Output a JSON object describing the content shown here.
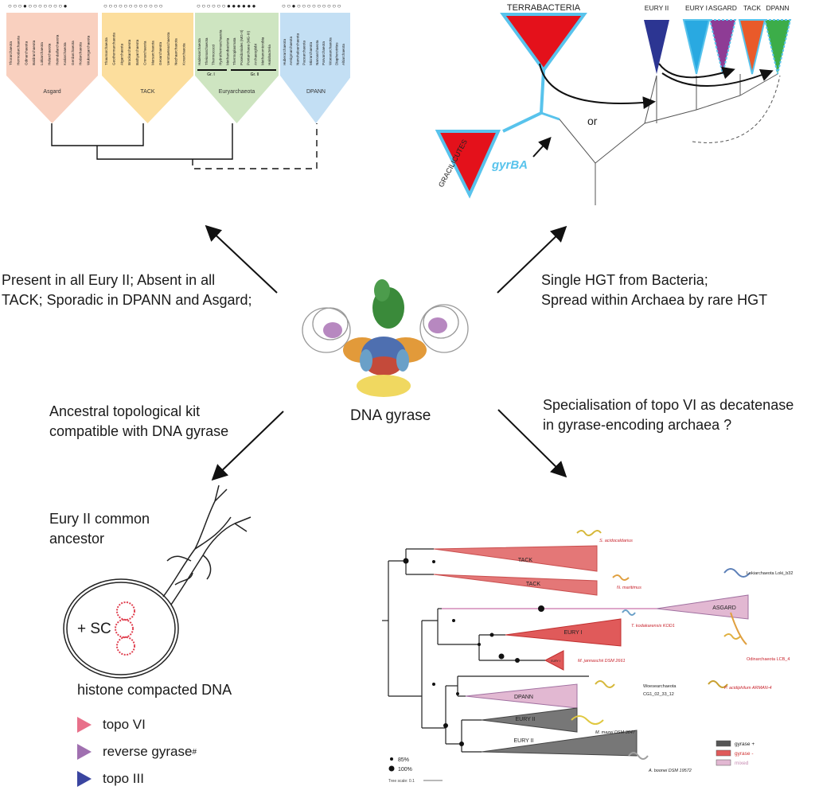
{
  "panel_top_left": {
    "clades": [
      {
        "name": "Asgard",
        "color": "#f8c8b4",
        "dots": "○○○●○○○○○○○●",
        "taxa": [
          "Thorarchaeota",
          "Hermodarchaeota",
          "Odinarchaeota",
          "Baldrarchaeota",
          "Lokiarchaeota",
          "Helarchaeota",
          "Heimdallarchaeota",
          "Kariarchaeota",
          "Gerdarchaeota",
          "Hodarchaeota",
          "Wukongarchaeota"
        ]
      },
      {
        "name": "TACK",
        "color": "#fbd88c",
        "dots": "○○○○○○○○○○○○",
        "taxa": [
          "Thaumarchaeota",
          "Geothermarchaeota",
          "Aigarchaeota",
          "Brockarchaeota",
          "Bathyarchaeota",
          "Crenarchaeota",
          "Marsarchaeota",
          "Geoarchaeota",
          "Verstraetearchaeota",
          "Nezhaarchaeota",
          "Korarchaeota"
        ]
      },
      {
        "name": "Euryarchaeota",
        "color": "#c5e1b6",
        "dots": "○○○○○○●●●●●●",
        "taxa": [
          "Hadesarchaeota",
          "Theionarchaeota",
          "Thermococci",
          "Hydrothermarchaeota",
          "Methanobacteria",
          "Thermoplasmata",
          "Poseidoniales (MG-II)",
          "Pontarchaea (MG-III)",
          "Archaeoglobi",
          "Methanomicrobia",
          "Halobacteria"
        ],
        "group_labels": [
          "Gr. I",
          "Gr. II"
        ]
      },
      {
        "name": "DPANN",
        "color": "#b9d9f2",
        "dots": "○○●○○○○○○○○○",
        "taxa": [
          "Huberarchaeota",
          "Aenigmarchaeota",
          "Nanohaloarchaeota",
          "Pacearchaeota",
          "Micrarchaeota",
          "Nanoarchaeota",
          "Parvarchaeota",
          "Woesearchaeota",
          "Diapherotrites",
          "Altiarchaeota"
        ]
      }
    ]
  },
  "panel_top_right": {
    "source_top": "TERRABACTERIA",
    "source_left": "GRACILICUTES",
    "gene": "gyrBA",
    "or_label": "or",
    "targets": [
      {
        "name": "EURY II",
        "color": "#2c3592"
      },
      {
        "name": "EURY I",
        "color": "#29a9e1"
      },
      {
        "name": "ASGARD",
        "color": "#8e3c95"
      },
      {
        "name": "TACK",
        "color": "#e95a2a"
      },
      {
        "name": "DPANN",
        "color": "#3cad49"
      }
    ]
  },
  "labels": {
    "top_left": "Present in all Eury II; Absent in all TACK; Sporadic in DPANN and Asgard;",
    "top_left_line1": "Present in all Eury II; Absent in all",
    "top_left_line2": "TACK; Sporadic in DPANN and Asgard;",
    "top_right_line1": "Single HGT from Bacteria;",
    "top_right_line2": "Spread within Archaea by rare HGT",
    "center": "DNA gyrase",
    "bottom_left_line1": "Ancestral topological kit",
    "bottom_left_line2": "compatible with DNA gyrase",
    "bottom_right_line1": "Specialisation of topo VI as decatenase",
    "bottom_right_line2": "in gyrase-encoding archaea ?"
  },
  "panel_bottom_left": {
    "title_line1": "Eury II common",
    "title_line2": "ancestor",
    "cell_label": "+ SC",
    "caption": "histone compacted DNA",
    "legend": [
      {
        "label": "topo VI",
        "color": "#e8708a",
        "sup": ""
      },
      {
        "label": "reverse gyrase",
        "color": "#a070b0",
        "sup": "#"
      },
      {
        "label": "topo III",
        "color": "#3a45a0",
        "sup": ""
      }
    ]
  },
  "panel_bottom_right": {
    "clades": [
      "TACK",
      "TACK",
      "ASGARD",
      "EURY I",
      "EURY I",
      "DPANN",
      "EURY II",
      "EURY II"
    ],
    "species": [
      {
        "name": "S. acidocaldarius",
        "color": "#c8232c"
      },
      {
        "name": "N. maritimus",
        "color": "#c8232c"
      },
      {
        "name": "Lokiarchaeota Loki_b32",
        "color": "#222222"
      },
      {
        "name": "T. kodakarensis KOD1",
        "color": "#c8232c"
      },
      {
        "name": "Odinarchaeota LCB_4",
        "color": "#c8232c"
      },
      {
        "name": "M. jannaschii DSM 2661",
        "color": "#c8232c"
      },
      {
        "name": "Woesearchaeota",
        "color": "#222222"
      },
      {
        "name": "CG1_02_33_12",
        "color": "#222222"
      },
      {
        "name": "P. acidiphilum ARMAN-4",
        "color": "#c8232c"
      },
      {
        "name": "M. mazei DSM 3647",
        "color": "#222222"
      },
      {
        "name": "A. boonei DSM 19572",
        "color": "#222222"
      }
    ],
    "bootstrap": [
      "85%",
      "100%"
    ],
    "tree_scale": "Tree scale: 0.1",
    "legend": [
      {
        "label": "gyrase +",
        "color": "#555555",
        "text_color": "#222222"
      },
      {
        "label": "gyrase -",
        "color": "#e05a5a",
        "text_color": "#d03030"
      },
      {
        "label": "mixed",
        "color": "#e2b8d2",
        "text_color": "#c58ab0"
      }
    ]
  }
}
